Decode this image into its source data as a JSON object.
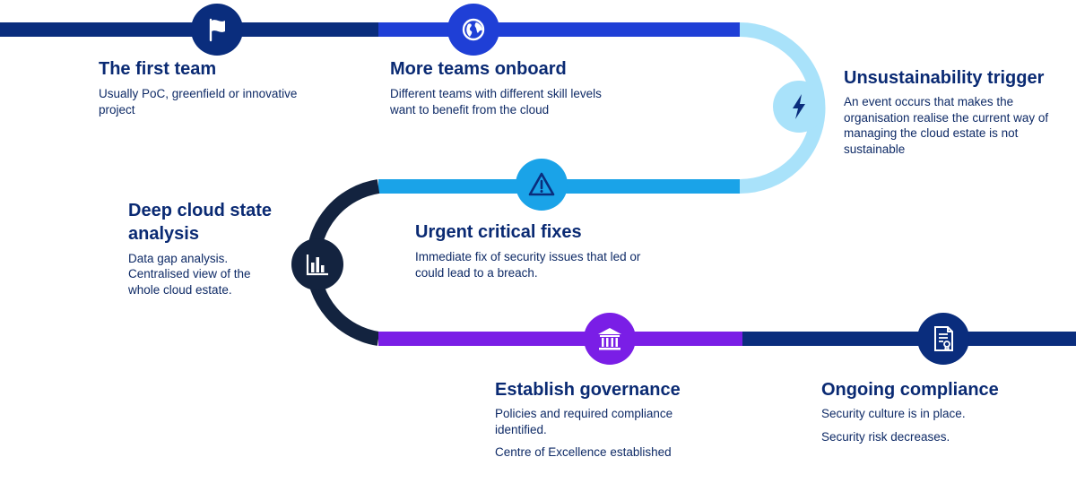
{
  "colors": {
    "navy": "#0a2d7d",
    "royal_blue": "#1f3fd6",
    "light_blue": "#a9e2fa",
    "sky_blue": "#1aa3e8",
    "dark_navy": "#13233f",
    "violet": "#7a1ee6",
    "title_text": "#0a2a73",
    "body_text": "#0e2a66"
  },
  "stages": [
    {
      "icon": "flag-icon",
      "title": "The first team",
      "description": [
        "Usually PoC, greenfield or innovative project"
      ]
    },
    {
      "icon": "globe-icon",
      "title": "More teams onboard",
      "description": [
        "Different teams with different skill levels want to benefit from the cloud"
      ]
    },
    {
      "icon": "lightning-bolt-icon",
      "title": "Unsustainability trigger",
      "description": [
        "An event occurs that makes the organisation realise the current way of managing the cloud estate is not sustainable"
      ]
    },
    {
      "icon": "warning-triangle-icon",
      "title": "Urgent critical fixes",
      "description": [
        "Immediate fix of security issues that led or could lead to a breach."
      ]
    },
    {
      "icon": "bar-chart-icon",
      "title": "Deep cloud state analysis",
      "description": [
        "Data gap analysis.",
        "Centralised view of the whole cloud estate."
      ]
    },
    {
      "icon": "bank-building-icon",
      "title": "Establish governance",
      "description": [
        "Policies and required compliance identified.",
        "Centre of Excellence established"
      ]
    },
    {
      "icon": "certificate-document-icon",
      "title": "Ongoing compliance",
      "description": [
        "Security culture is in place.",
        "Security risk decreases."
      ]
    }
  ]
}
